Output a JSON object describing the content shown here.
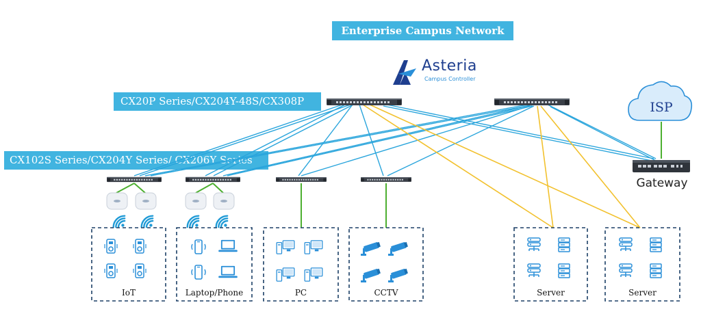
{
  "title": "Enterprise Campus Network",
  "logo": {
    "brand": "Asteria",
    "tagline": "Campus Controller"
  },
  "core_label": "CX20P Series/CX204Y-48S/CX308P",
  "access_label": "CX102S Series/CX204Y Series/ CX206Y Series",
  "cloud_label": "ISP",
  "gateway_label": "Gateway",
  "groups": [
    {
      "label": "IoT"
    },
    {
      "label": "Laptop/Phone"
    },
    {
      "label": "PC"
    },
    {
      "label": "CCTV"
    },
    {
      "label": "Server"
    },
    {
      "label": "Server"
    }
  ],
  "colors": {
    "banner": "#41b4e0",
    "uplink": "#2aa5dc",
    "server_link": "#f2c12e",
    "access_link": "#4caf2f",
    "wifi": "#1f9ad6",
    "box_border": "#1b3f66",
    "device": "#2a8fd8"
  }
}
